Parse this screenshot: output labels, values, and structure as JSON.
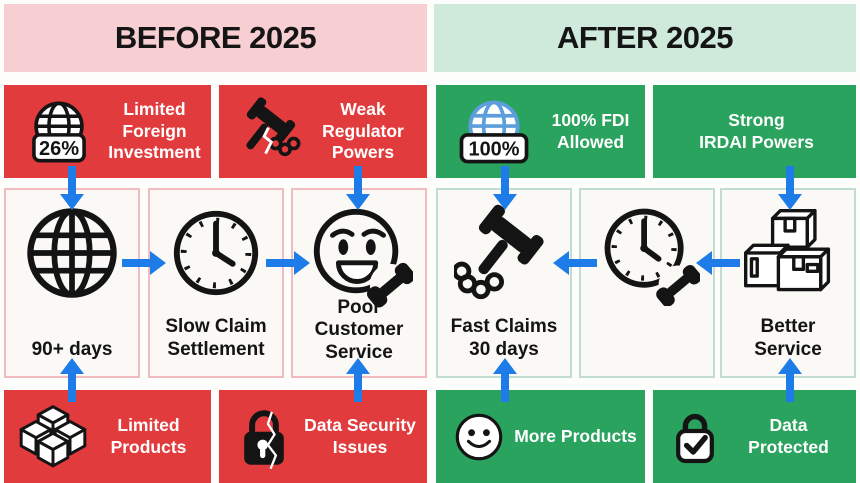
{
  "colors": {
    "page_bg": "#fdfdfc",
    "pink_header": "#f7ced1",
    "mint_header": "#cfe9da",
    "red_card": "#e23b3d",
    "green_card": "#2aa35f",
    "panel_bg": "#fbf9f6",
    "pink_border": "#f0bcc0",
    "green_border": "#c2ddcf",
    "arrow_blue": "#1d7ce8",
    "text_dark": "#141414",
    "text_white": "#ffffff",
    "globe_blue": "#5b9edb"
  },
  "before": {
    "header": "BEFORE 2025",
    "top_cards": [
      {
        "label": "Limited Foreign\nInvestment",
        "icon": "globe-badge-icon",
        "badge": "26%"
      },
      {
        "label": "Weak Regulator\nPowers",
        "icon": "gavel-broken-chain-icon"
      }
    ],
    "middle_cards": [
      {
        "label": "90+ days",
        "icon": "globe-icon"
      },
      {
        "label": "Slow Claim\nSettlement",
        "icon": "clock-icon"
      },
      {
        "label": "Poor Customer\nService",
        "icon": "smiley-phone-icon"
      }
    ],
    "bottom_cards": [
      {
        "label": "Limited\nProducts",
        "icon": "cubes-icon"
      },
      {
        "label": "Data Security\nIssues",
        "icon": "cracked-lock-icon"
      }
    ]
  },
  "after": {
    "header": "AFTER 2025",
    "top_cards": [
      {
        "label": "100% FDI\nAllowed",
        "icon": "globe-badge-icon",
        "badge": "100%"
      },
      {
        "label": "Strong\nIRDAI Powers"
      }
    ],
    "middle_cards": [
      {
        "label": "Fast Claims\n30 days",
        "icon": "gavel-chain-icon"
      },
      {
        "label": "",
        "icon": "clock-phone-icon"
      },
      {
        "label": "Better\nService",
        "icon": "boxes-icon"
      }
    ],
    "bottom_cards": [
      {
        "label": "More Products",
        "icon": "smiley-icon"
      },
      {
        "label": "Data Protected",
        "icon": "lock-check-icon"
      }
    ]
  }
}
